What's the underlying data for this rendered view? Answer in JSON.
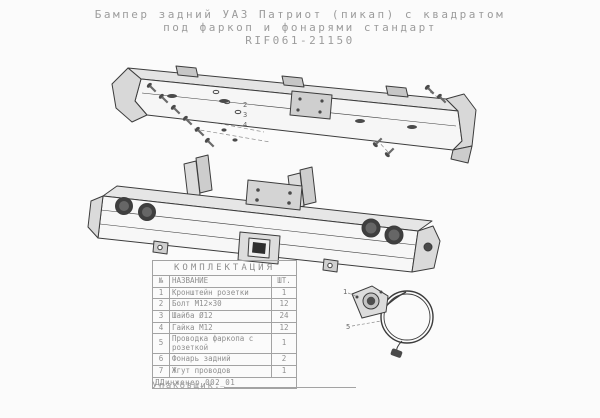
{
  "colors": {
    "sheet_bg": "#fbfbfb",
    "text_gray": "#9c9c9c",
    "line_dark": "#3c3c3c"
  },
  "title": {
    "line1": "Бампер задний УАЗ Патриот (пикап) с квадратом",
    "line2": "под фаркоп и фонарями стандарт",
    "part_number": "RIF061-21150"
  },
  "drawing": {
    "callouts": {
      "c1": "1",
      "c2": "2",
      "c3": "3",
      "c4": "4",
      "c5": "5"
    }
  },
  "parts_table": {
    "title": "КОМПЛЕКТАЦИЯ",
    "col_num": "№",
    "col_name": "НАЗВАНИЕ",
    "col_qty": "ШТ.",
    "rows": [
      {
        "num": "1",
        "name": "Кронштейн розетки",
        "qty": "1"
      },
      {
        "num": "2",
        "name": "Болт M12×30",
        "qty": "12"
      },
      {
        "num": "3",
        "name": "Шайба Ø12",
        "qty": "24"
      },
      {
        "num": "4",
        "name": "Гайка M12",
        "qty": "12"
      },
      {
        "num": "5",
        "name": "Проводка фаркопа с розеткой",
        "qty": "1"
      },
      {
        "num": "6",
        "name": "Фонарь задний",
        "qty": "2"
      },
      {
        "num": "7",
        "name": "Жгут проводов",
        "qty": "1"
      }
    ],
    "doc_number": "ДДинженер_002_01"
  },
  "footer": {
    "packer_label": "Упаковщик:"
  }
}
